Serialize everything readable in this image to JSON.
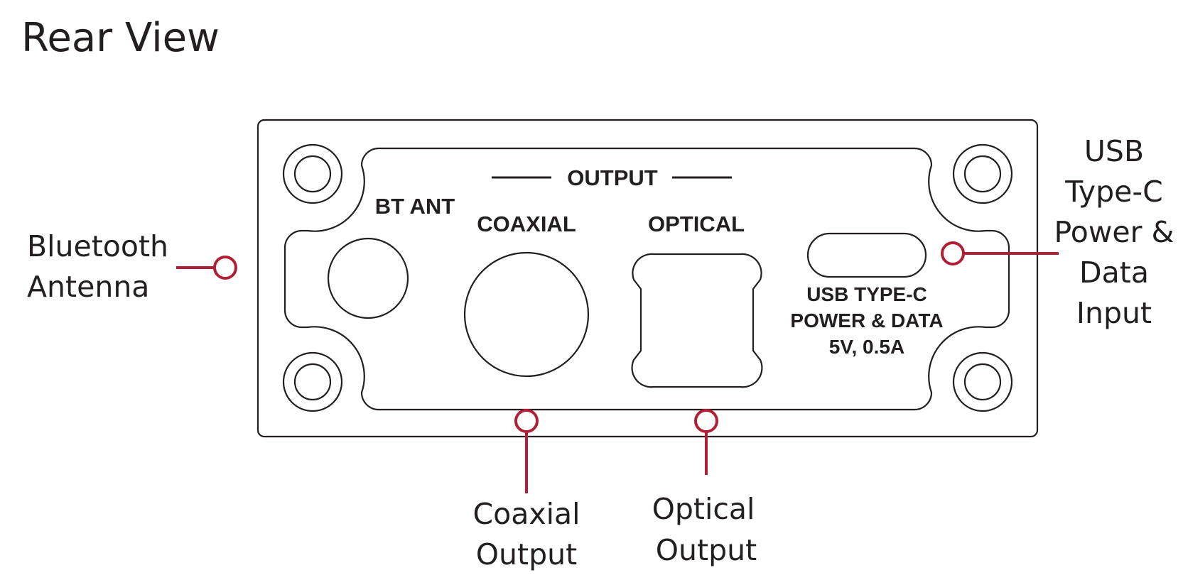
{
  "title": "Rear View",
  "panel": {
    "output_label": "OUTPUT",
    "bt_ant_label": "BT ANT",
    "coaxial_label": "COAXIAL",
    "optical_label": "OPTICAL",
    "usb_label_lines": [
      "USB TYPE-C",
      "POWER & DATA",
      "5V, 0.5A"
    ]
  },
  "callouts": {
    "bluetooth": [
      "Bluetooth",
      "Antenna"
    ],
    "coaxial": [
      "Coaxial",
      "Output"
    ],
    "optical": [
      "Optical",
      "Output"
    ],
    "usb": [
      "USB",
      "Type-C",
      "Power &",
      "Data",
      "Input"
    ]
  },
  "colors": {
    "line": "#231f20",
    "callout_accent": "#b01f35"
  }
}
